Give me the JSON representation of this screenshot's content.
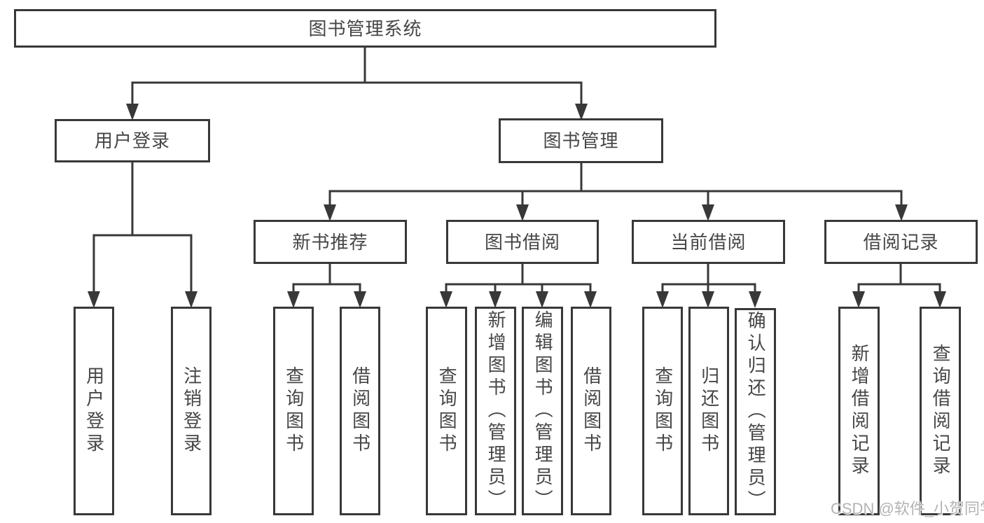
{
  "colors": {
    "line": "#383838",
    "box_border": "#383838",
    "box_fill": "#ffffff",
    "text": "#464646",
    "watermark": "#b3b3b3"
  },
  "watermark": {
    "text": "CSDN @软件_小贺同学"
  },
  "nodes": {
    "root": {
      "label": "图书管理系统"
    },
    "user-login": {
      "label": "用户登录"
    },
    "book-mgmt": {
      "label": "图书管理"
    },
    "login": {
      "label": "用户登录"
    },
    "logout": {
      "label": "注销登录"
    },
    "new-book": {
      "label": "新书推荐"
    },
    "borrow": {
      "label": "图书借阅"
    },
    "current": {
      "label": "当前借阅"
    },
    "records": {
      "label": "借阅记录"
    },
    "nb-query": {
      "label": "查询图书"
    },
    "nb-borrow": {
      "label": "借阅图书"
    },
    "bw-query": {
      "label": "查询图书"
    },
    "bw-add": {
      "label": "新增图书（管理员）"
    },
    "bw-edit": {
      "label": "编辑图书（管理员）"
    },
    "bw-borrow": {
      "label": "借阅图书"
    },
    "cur-query": {
      "label": "查询图书"
    },
    "cur-return": {
      "label": "归还图书"
    },
    "cur-confirm": {
      "label": "确认归还（管理员）"
    },
    "rec-add": {
      "label": "新增借阅记录"
    },
    "rec-query": {
      "label": "查询借阅记录"
    }
  },
  "hierarchy": {
    "图书管理系统": {
      "用户登录": [
        "用户登录",
        "注销登录"
      ],
      "图书管理": {
        "新书推荐": [
          "查询图书",
          "借阅图书"
        ],
        "图书借阅": [
          "查询图书",
          "新增图书（管理员）",
          "编辑图书（管理员）",
          "借阅图书"
        ],
        "当前借阅": [
          "查询图书",
          "归还图书",
          "确认归还（管理员）"
        ],
        "借阅记录": [
          "新增借阅记录",
          "查询借阅记录"
        ]
      }
    }
  }
}
